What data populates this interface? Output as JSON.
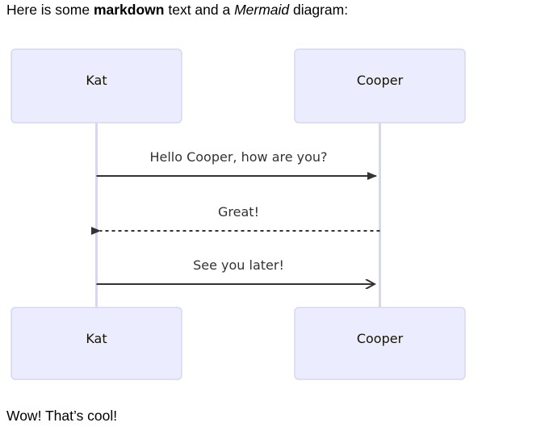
{
  "document": {
    "intro": {
      "before_bold": "Here is some ",
      "bold": "markdown",
      "between": " text and a ",
      "italic": "Mermaid",
      "after_italic": " diagram:"
    },
    "outro": "Wow! That’s cool!"
  },
  "diagram": {
    "type": "sequence",
    "title": "",
    "colors": {
      "actor_fill": "#ECECFF",
      "actor_border": "#D7D7F2",
      "actor_text": "#131300",
      "lifeline": "#D8D7F0",
      "message_line": "#333333",
      "message_text": "#333333",
      "background": "#FFFFFF"
    },
    "actors": [
      {
        "id": "kat",
        "name": "Kat"
      },
      {
        "id": "cooper",
        "name": "Cooper"
      }
    ],
    "actor_boxes": [
      {
        "actor": "kat",
        "position": "top",
        "label": "Kat"
      },
      {
        "actor": "cooper",
        "position": "top",
        "label": "Cooper"
      },
      {
        "actor": "kat",
        "position": "bottom",
        "label": "Kat"
      },
      {
        "actor": "cooper",
        "position": "bottom",
        "label": "Cooper"
      }
    ],
    "messages": [
      {
        "index": 1,
        "from": "kat",
        "to": "cooper",
        "text": "Hello Cooper, how are you?",
        "direction": "right",
        "line_style": "solid",
        "arrowhead": "filled"
      },
      {
        "index": 2,
        "from": "cooper",
        "to": "kat",
        "text": "Great!",
        "direction": "left",
        "line_style": "dashed",
        "arrowhead": "filled"
      },
      {
        "index": 3,
        "from": "kat",
        "to": "cooper",
        "text": "See you later!",
        "direction": "right",
        "line_style": "solid",
        "arrowhead": "open"
      }
    ]
  }
}
